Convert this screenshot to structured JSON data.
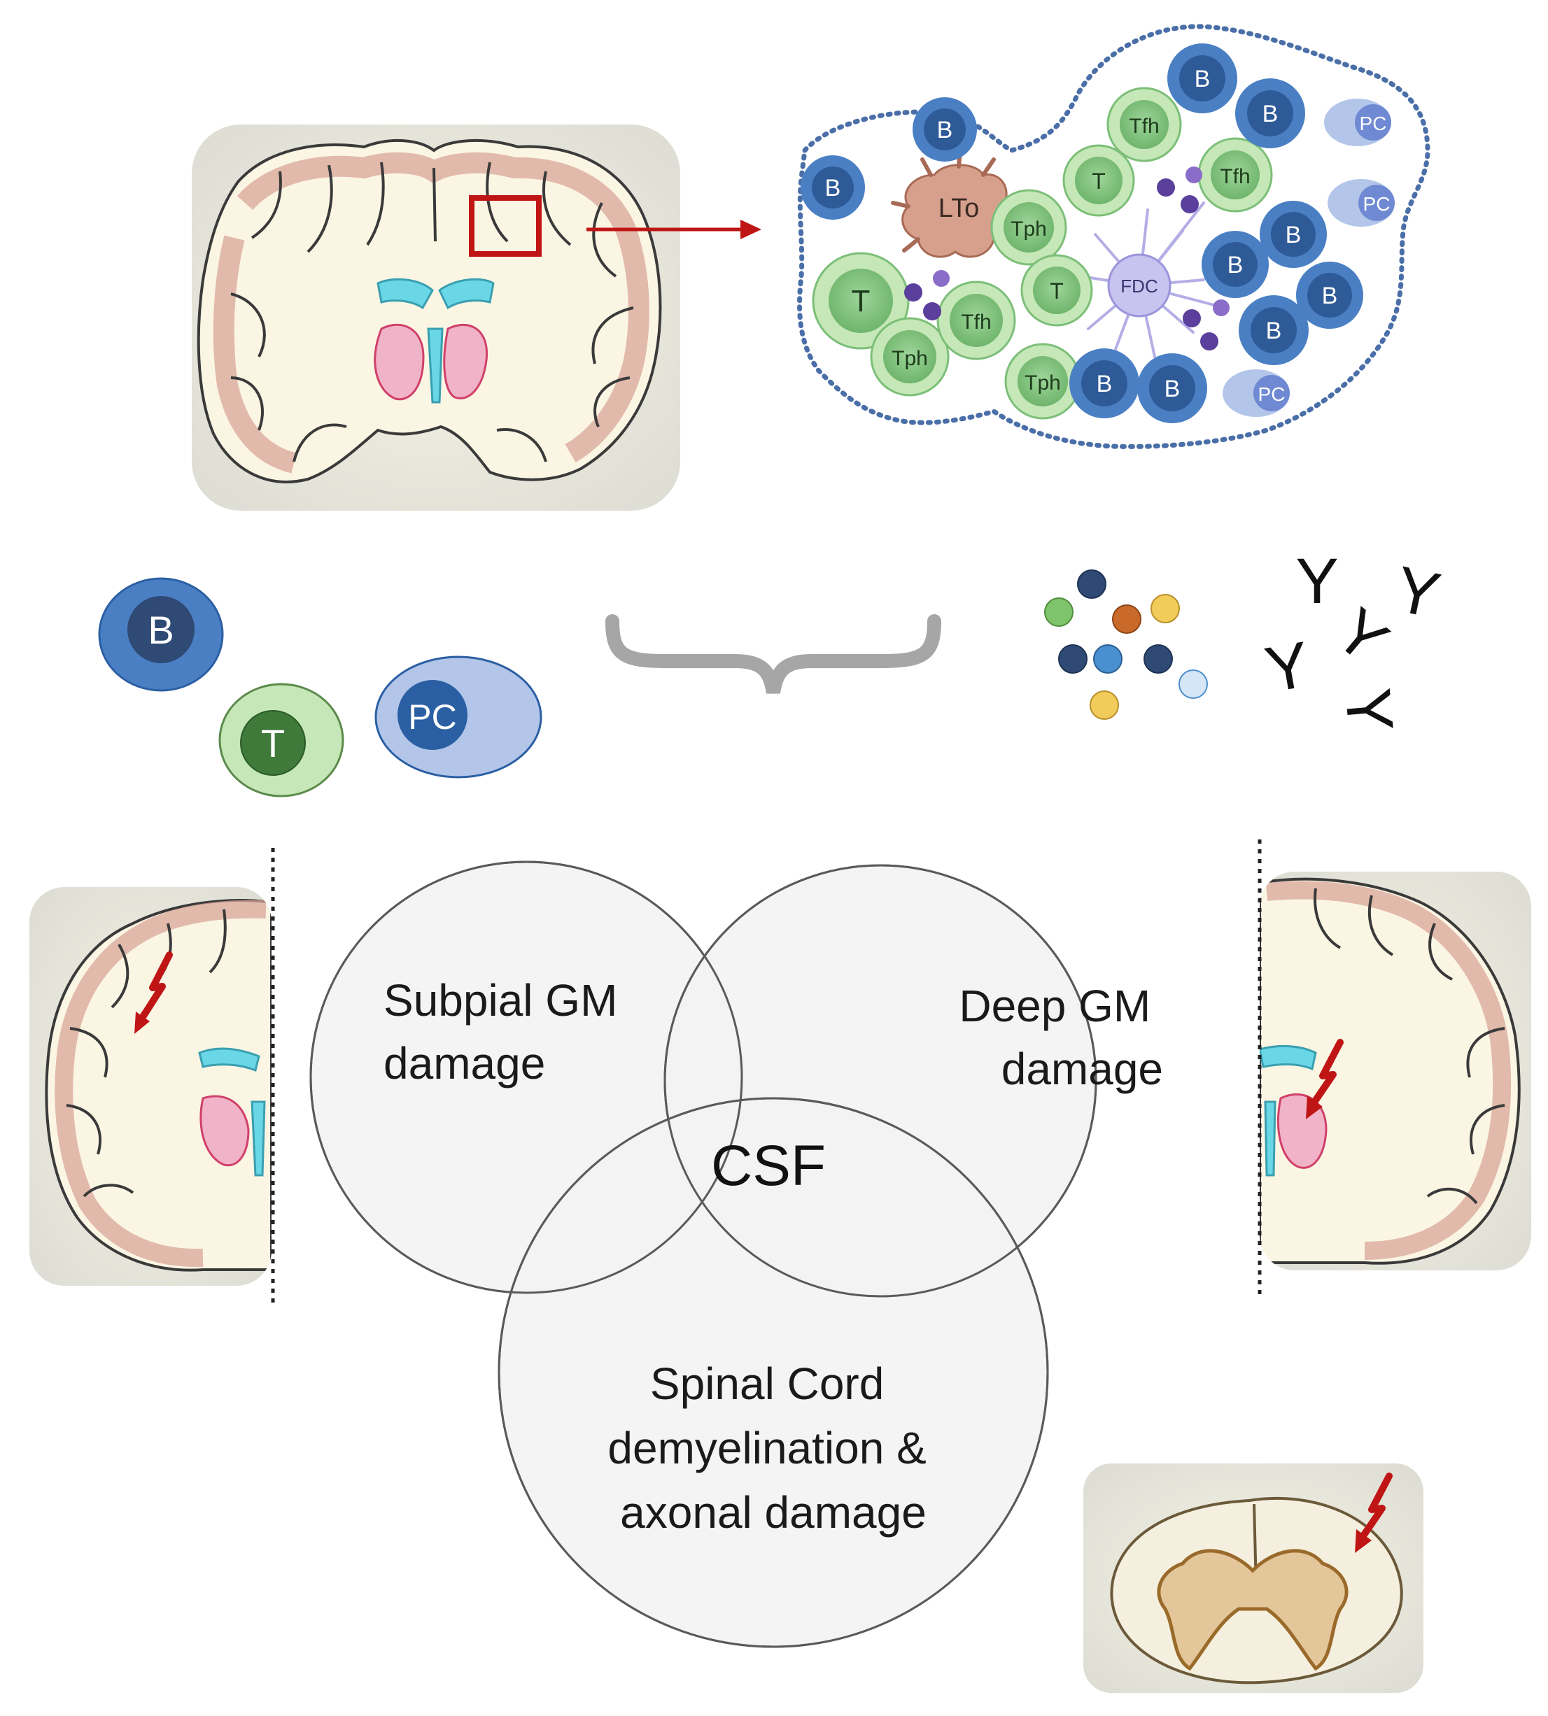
{
  "colors": {
    "b_dark": "#2b5fa3",
    "b_light": "#4a7fc4",
    "b_mid": "#2f4a75",
    "t_light": "#c6e7b7",
    "t_mid": "#8fcf8d",
    "t_dark": "#3f7a3a",
    "t_cell": "#a9dca0",
    "pc_light": "#b3c6ea",
    "pc_mid": "#6f8ad3",
    "lto": "#d7a08d",
    "fdc": "#c8c3ef",
    "dot": "#5b3f9c",
    "follicle_border": "#4a6fa8",
    "arrow": "#c01515",
    "brace": "#a6a6a6",
    "circle_fill": "#f3f3f3",
    "overlap_fill": "#dcdcdc",
    "center_fill": "#c9c9c9",
    "text": "#1a1a1a",
    "photo_bg": "#efefe8",
    "cortex": "#d9a59a",
    "ventricle": "#6ad7e6",
    "thalamus": "#f1b3c8"
  },
  "follicle_cells": {
    "B": "B",
    "PC": "PC",
    "LTo": "LTo",
    "T": "T",
    "Tfh": "Tfh",
    "Tph": "Tph",
    "FDC": "FDC"
  },
  "legend_cells": {
    "b_label": "B",
    "t_label": "T",
    "pc_label": "PC"
  },
  "antibody_glyph": "Y",
  "venn": {
    "circle_left": [
      "Subpial GM",
      "damage"
    ],
    "circle_right": [
      "Deep GM",
      "damage"
    ],
    "circle_bottom": [
      "Spinal Cord",
      "demyelination &",
      "axonal damage"
    ],
    "center": "CSF"
  },
  "icons": {
    "brain_photo": "coronal-brain-section-drawing",
    "spinal_photo": "spinal-cord-section-drawing",
    "arrow": "lightning-arrow-icon",
    "brace": "curly-brace-icon"
  }
}
